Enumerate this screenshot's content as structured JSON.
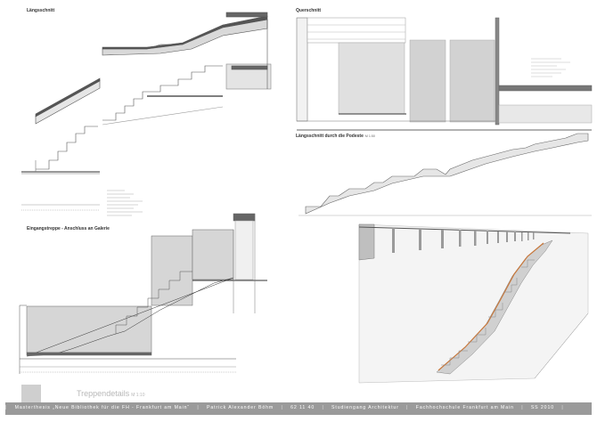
{
  "sections": {
    "laengsschnitt": {
      "title": "Längsschnitt"
    },
    "querschnitt": {
      "title": "Querschnitt"
    },
    "laengsschnitt_podeste": {
      "title": "Längsschnitt durch die Podeste",
      "scale": "M 1:50"
    },
    "eingangstreppe": {
      "title": "Eingangstreppe - Anschluss an Galerie"
    }
  },
  "plate": {
    "title": "Treppendetails",
    "scale": "M 1:10"
  },
  "footer": {
    "items": [
      "Masterthesis „Neue Bibliothek für die FH - Frankfurt am Main“",
      "Patrick Alexander Böhm",
      "62 11 40",
      "Studiengang Architektur",
      "Fachhochschule Frankfurt am Main",
      "SS 2010"
    ]
  },
  "colors": {
    "footer_bar": "#9a9a9a",
    "hatch": "#5a5a5a",
    "panel": "#d6d6d6",
    "accent": "#c8783c"
  }
}
